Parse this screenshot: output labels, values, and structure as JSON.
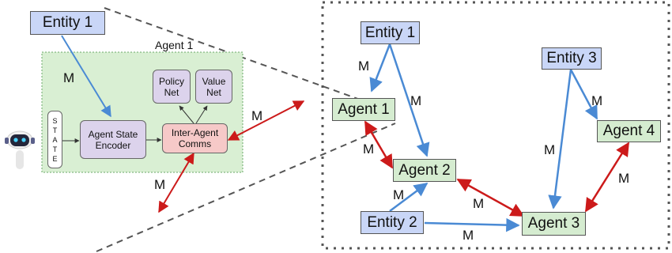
{
  "left": {
    "entity": "Entity 1",
    "agent_title": "Agent 1",
    "state_text": "S\nT\nA\nT\nE",
    "encoder": "Agent State\nEncoder",
    "comms": "Inter-Agent\nComms",
    "policy": "Policy\nNet",
    "value": "Value\nNet",
    "m_entity": "M",
    "m_right": "M",
    "m_bottom": "M"
  },
  "right": {
    "entity1": "Entity 1",
    "entity2": "Entity 2",
    "entity3": "Entity 3",
    "agent1": "Agent 1",
    "agent2": "Agent 2",
    "agent3": "Agent 3",
    "agent4": "Agent 4",
    "m_e1_a1": "M",
    "m_e1_a2": "M",
    "m_e3_a4": "M",
    "m_e3_a3": "M",
    "m_a1_a2": "M",
    "m_e2_a2": "M",
    "m_a2_a3": "M",
    "m_e2_a3": "M",
    "m_a3_a4": "M"
  },
  "colors": {
    "blue_arrow": "#4a8ad4",
    "red_arrow": "#cc1a1a"
  }
}
